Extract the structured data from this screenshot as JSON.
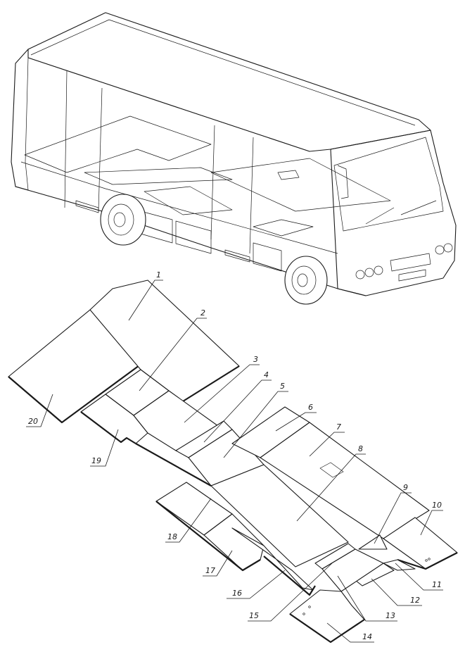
{
  "callouts": [
    {
      "id": "1",
      "text": "1"
    },
    {
      "id": "2",
      "text": "2"
    },
    {
      "id": "3",
      "text": "3"
    },
    {
      "id": "4",
      "text": "4"
    },
    {
      "id": "5",
      "text": "5"
    },
    {
      "id": "6",
      "text": "6"
    },
    {
      "id": "7",
      "text": "7"
    },
    {
      "id": "8",
      "text": "8"
    },
    {
      "id": "9",
      "text": "9"
    },
    {
      "id": "10",
      "text": "10"
    },
    {
      "id": "11",
      "text": "11"
    },
    {
      "id": "12",
      "text": "12"
    },
    {
      "id": "13",
      "text": "13"
    },
    {
      "id": "14",
      "text": "14"
    },
    {
      "id": "15",
      "text": "15"
    },
    {
      "id": "16",
      "text": "16"
    },
    {
      "id": "17",
      "text": "17"
    },
    {
      "id": "18",
      "text": "18"
    },
    {
      "id": "19",
      "text": "19"
    },
    {
      "id": "20",
      "text": "20"
    }
  ],
  "colors": {
    "line": "#1a1a1a",
    "background": "#ffffff"
  }
}
